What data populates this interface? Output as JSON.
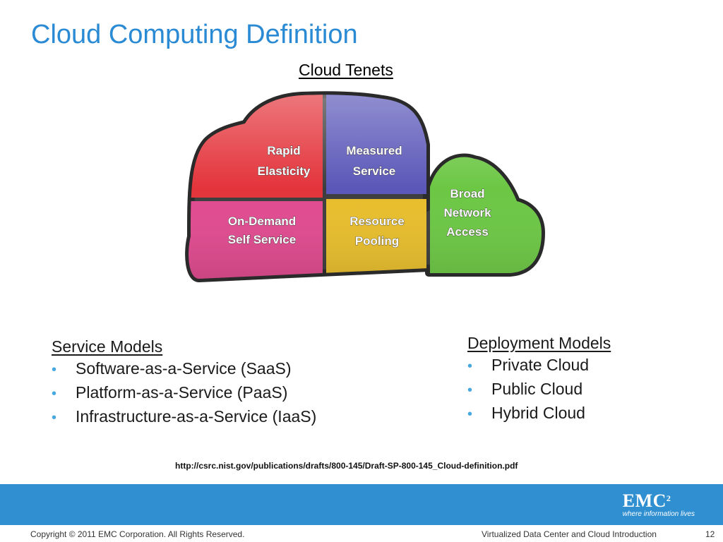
{
  "slide": {
    "title": "Cloud Computing Definition",
    "tenets_label": "Cloud Tenets"
  },
  "cloud": {
    "rapid_elasticity": [
      "Rapid",
      "Elasticity"
    ],
    "measured_service": [
      "Measured",
      "Service"
    ],
    "on_demand": [
      "On-Demand",
      "Self Service"
    ],
    "resource_pooling": [
      "Resource",
      "Pooling"
    ],
    "broad_network": [
      "Broad",
      "Network",
      "Access"
    ],
    "colors": {
      "rapid_elasticity": "#e3343b",
      "measured_service": "#5a57b8",
      "on_demand": "#e04a8f",
      "resource_pooling": "#e8be2c",
      "broad_network": "#6cc744"
    }
  },
  "service_models": {
    "heading": "Service Models",
    "items": [
      "Software-as-a-Service (SaaS)",
      "Platform-as-a-Service (PaaS)",
      "Infrastructure-as-a-Service (IaaS)"
    ]
  },
  "deployment_models": {
    "heading": "Deployment Models",
    "items": [
      "Private Cloud",
      "Public Cloud",
      "Hybrid Cloud"
    ]
  },
  "source_url": "http://csrc.nist.gov/publications/drafts/800-145/Draft-SP-800-145_Cloud-definition.pdf",
  "footer": {
    "logo_text": "EMC",
    "logo_superscript": "2",
    "logo_tagline": "where information lives",
    "copyright": "Copyright © 2011 EMC Corporation. All Rights Reserved.",
    "course": "Virtualized Data Center and Cloud Introduction",
    "page_number": "12",
    "band_color": "#2f8fd1"
  }
}
